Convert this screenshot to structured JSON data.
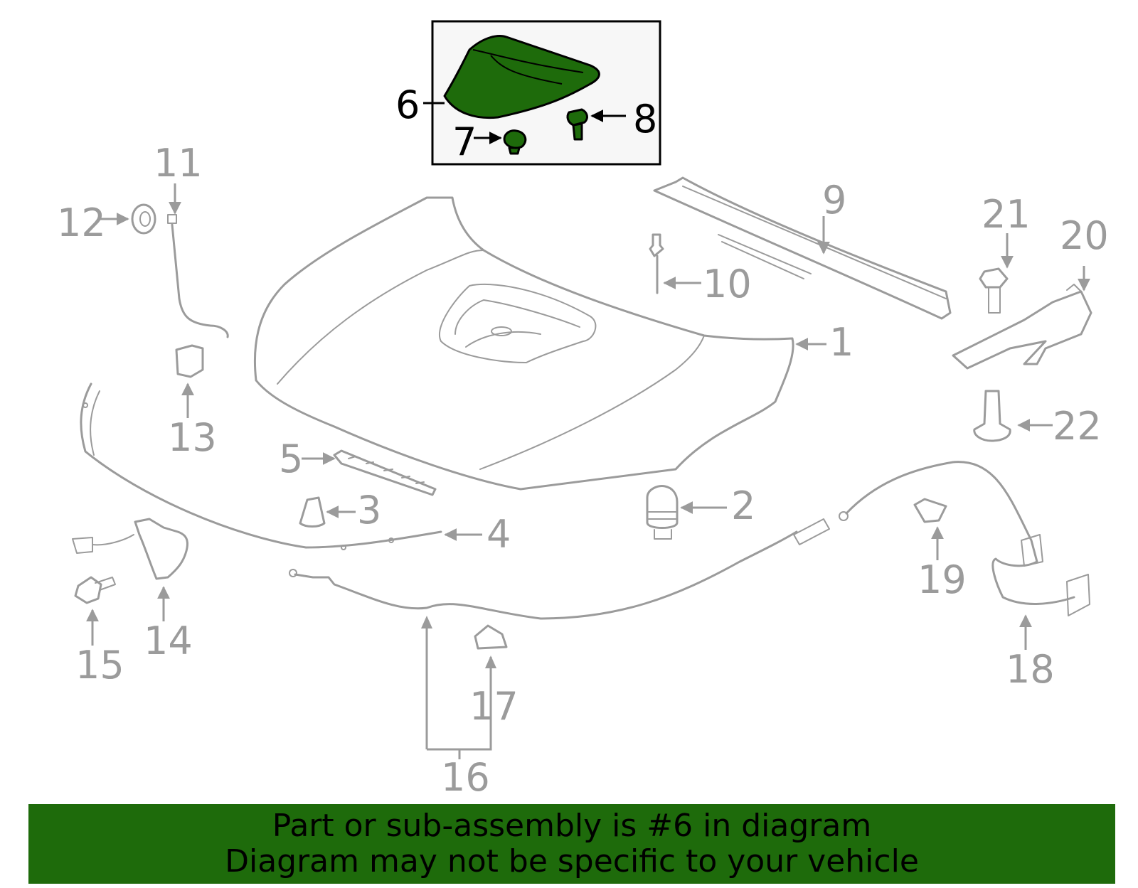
{
  "diagram": {
    "highlight_color": "#1e6b0b",
    "outline_color": "#9b9b9b",
    "callouts": [
      {
        "id": "c1",
        "label": "1"
      },
      {
        "id": "c2",
        "label": "2"
      },
      {
        "id": "c3",
        "label": "3"
      },
      {
        "id": "c4",
        "label": "4"
      },
      {
        "id": "c5",
        "label": "5"
      },
      {
        "id": "c6",
        "label": "6"
      },
      {
        "id": "c7",
        "label": "7"
      },
      {
        "id": "c8",
        "label": "8"
      },
      {
        "id": "c9",
        "label": "9"
      },
      {
        "id": "c10",
        "label": "10"
      },
      {
        "id": "c11",
        "label": "11"
      },
      {
        "id": "c12",
        "label": "12"
      },
      {
        "id": "c13",
        "label": "13"
      },
      {
        "id": "c14",
        "label": "14"
      },
      {
        "id": "c15",
        "label": "15"
      },
      {
        "id": "c16",
        "label": "16"
      },
      {
        "id": "c17",
        "label": "17"
      },
      {
        "id": "c18",
        "label": "18"
      },
      {
        "id": "c19",
        "label": "19"
      },
      {
        "id": "c20",
        "label": "20"
      },
      {
        "id": "c21",
        "label": "21"
      },
      {
        "id": "c22",
        "label": "22"
      }
    ]
  },
  "footer": {
    "line1": "Part or sub-assembly is #6 in diagram",
    "line2": "Diagram may not be specific to your vehicle"
  }
}
